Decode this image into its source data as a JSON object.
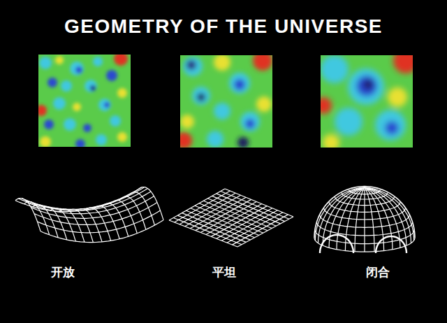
{
  "diagram": {
    "title": "GEOMETRY OF THE UNIVERSE",
    "labels": [
      "开放",
      "平坦",
      "闭合"
    ]
  }
}
